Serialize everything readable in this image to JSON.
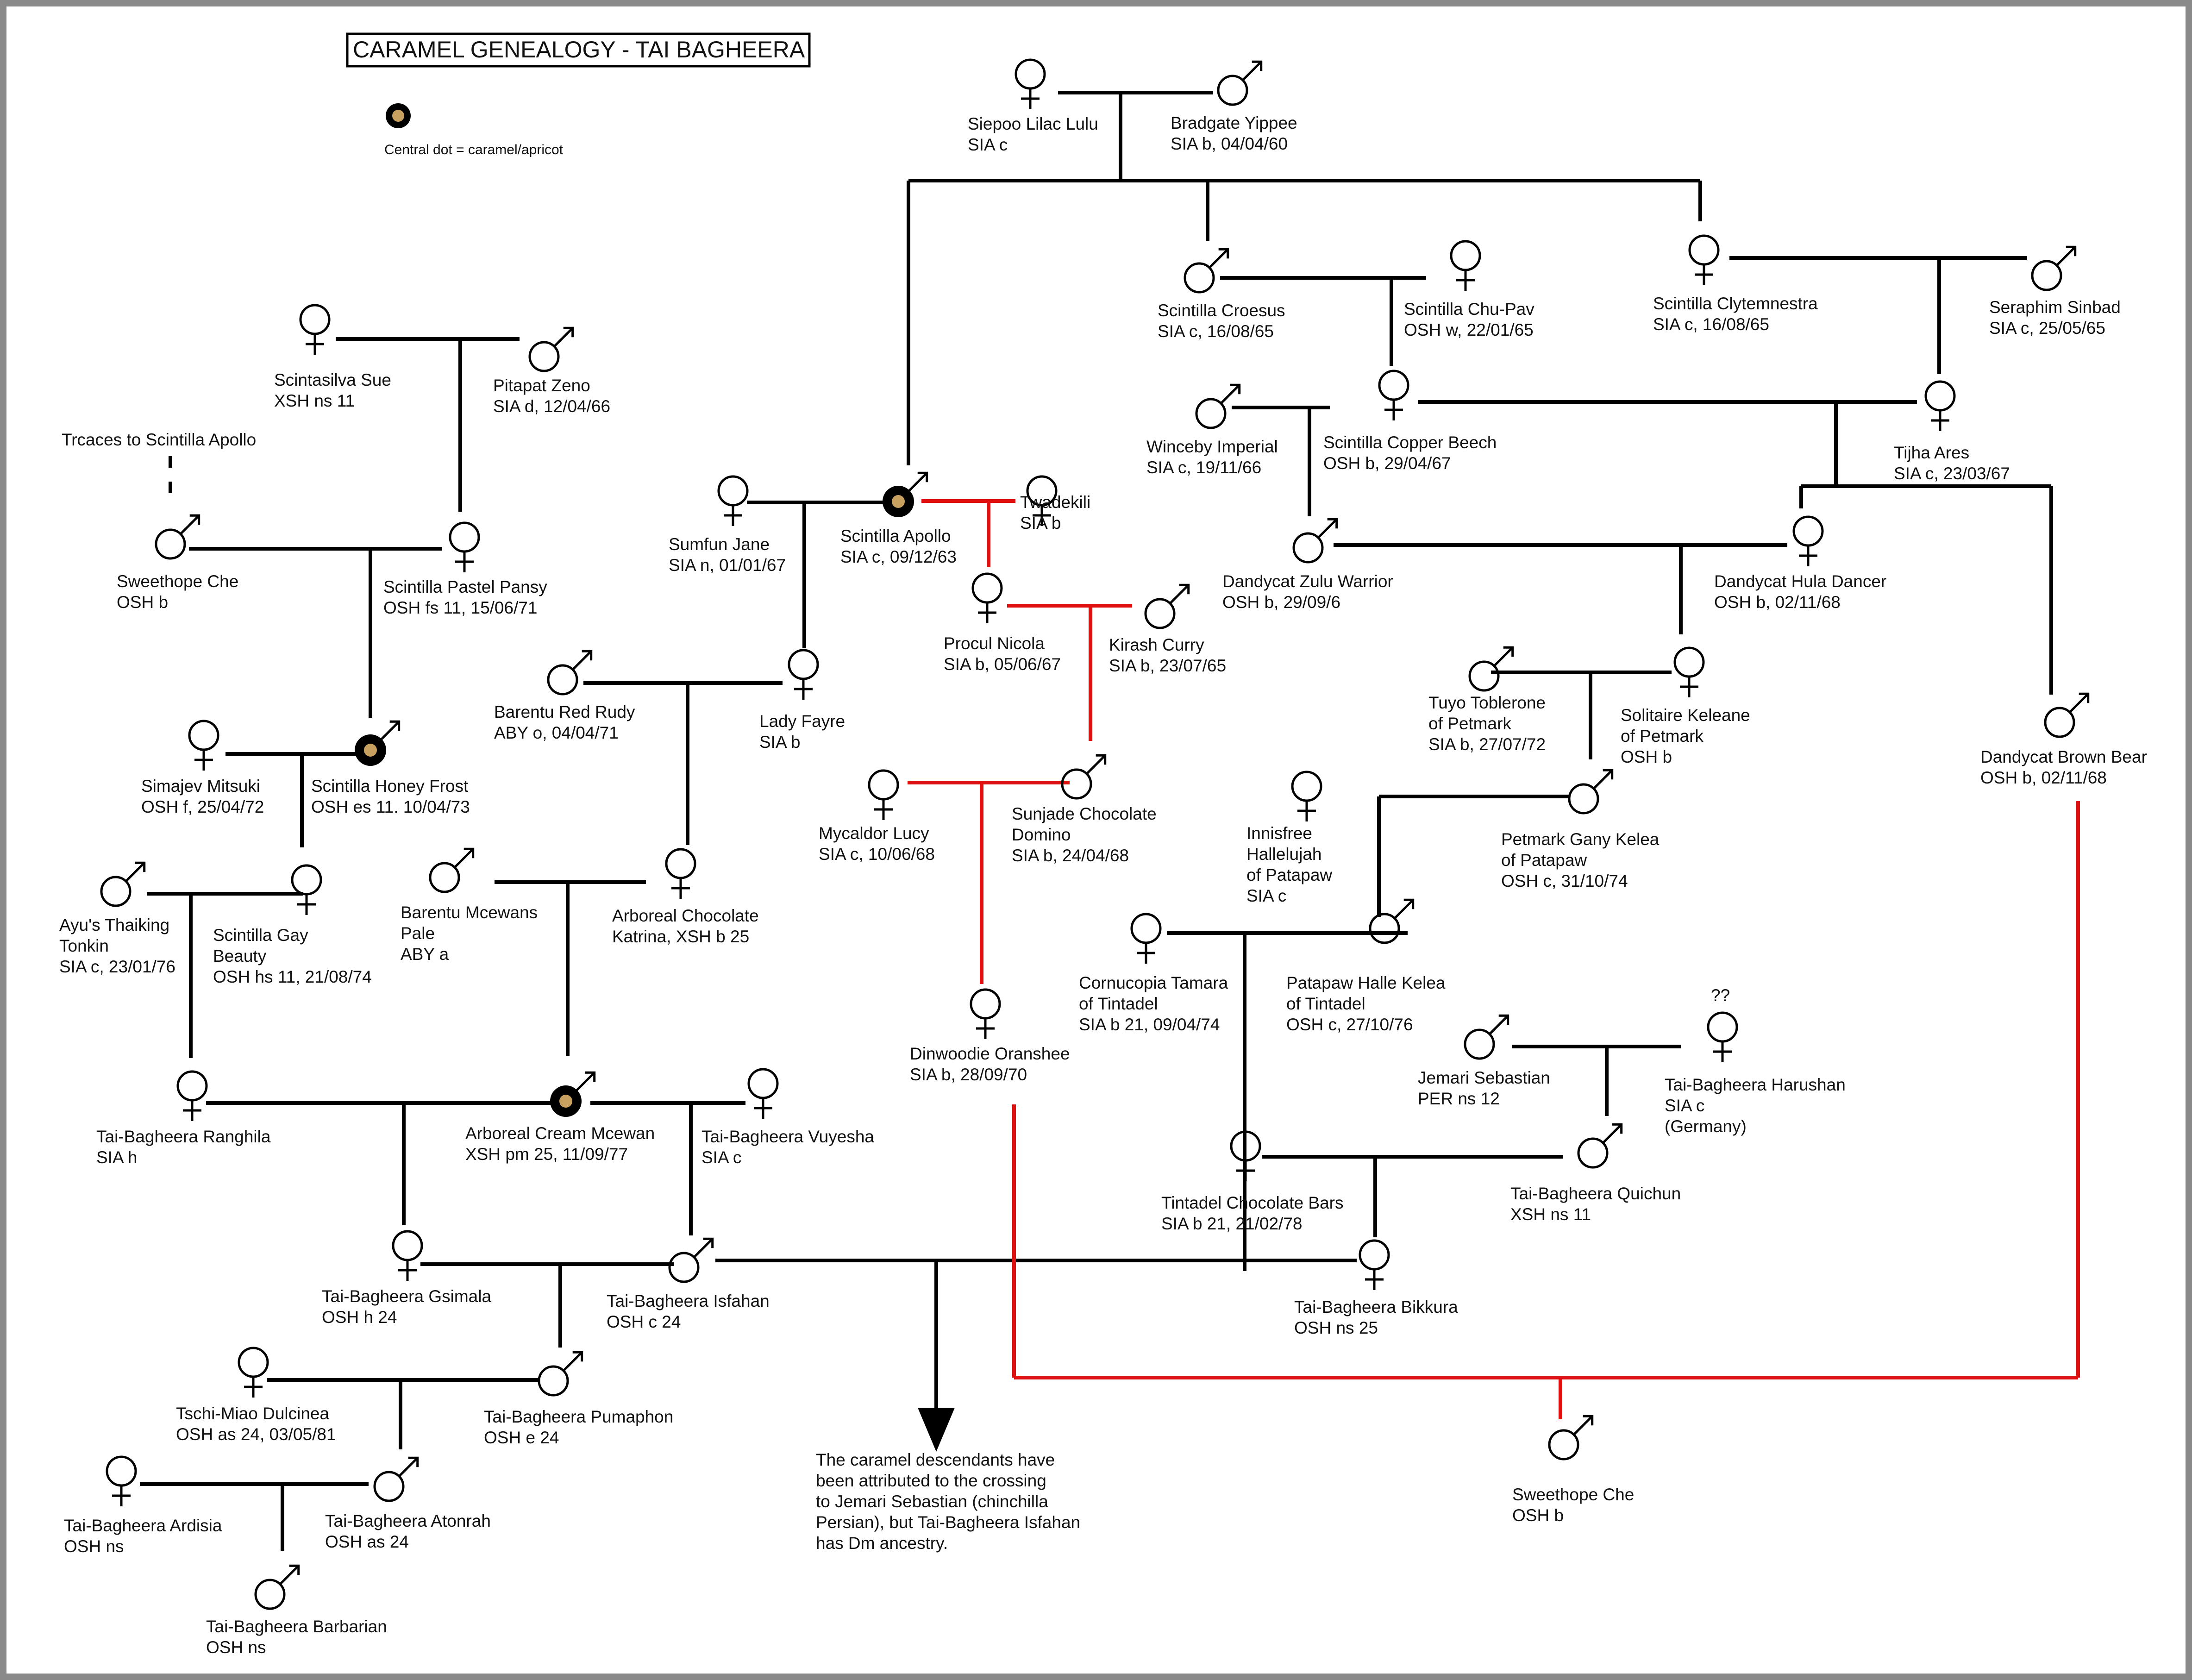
{
  "title": "CARAMEL GENEALOGY - TAI BAGHEERA",
  "legend": {
    "text": "Central dot = caramel/apricot"
  },
  "colors": {
    "lines": "#000000",
    "red_line": "#e01010",
    "caramel_dot": "#c8a060",
    "border": "#8a8a8a"
  },
  "cats": [
    {
      "id": "lilac-lulu",
      "sex": "female",
      "lines": [
        "Siepoo Lilac Lulu",
        "SIA c"
      ]
    },
    {
      "id": "yippee",
      "sex": "male",
      "lines": [
        "Bradgate Yippee",
        "SIA b, 04/04/60"
      ]
    },
    {
      "id": "croesus",
      "sex": "male",
      "lines": [
        "Scintilla Croesus",
        "SIA c, 16/08/65"
      ]
    },
    {
      "id": "chupav",
      "sex": "female",
      "lines": [
        "Scintilla Chu-Pav",
        "OSH w, 22/01/65"
      ]
    },
    {
      "id": "clytemnestra",
      "sex": "female",
      "lines": [
        "Scintilla Clytemnestra",
        "SIA c, 16/08/65"
      ]
    },
    {
      "id": "sinbad",
      "sex": "male",
      "lines": [
        "Seraphim Sinbad",
        "SIA c, 25/05/65"
      ]
    },
    {
      "id": "sue",
      "sex": "female",
      "lines": [
        "Scintasilva Sue",
        "XSH ns 11"
      ]
    },
    {
      "id": "zeno",
      "sex": "male",
      "lines": [
        "Pitapat Zeno",
        "SIA d, 12/04/66"
      ]
    },
    {
      "id": "winceby",
      "sex": "male",
      "lines": [
        "Winceby Imperial",
        "SIA c, 19/11/66"
      ]
    },
    {
      "id": "copper",
      "sex": "female",
      "lines": [
        "Scintilla Copper Beech",
        "OSH b, 29/04/67"
      ]
    },
    {
      "id": "tijha",
      "sex": "female",
      "lines": [
        "Tijha Ares",
        "SIA c, 23/03/67"
      ]
    },
    {
      "id": "che1",
      "sex": "male",
      "lines": [
        "Sweethope Che",
        "OSH b"
      ]
    },
    {
      "id": "pansy",
      "sex": "female",
      "lines": [
        "Scintilla Pastel Pansy",
        "OSH fs 11, 15/06/71"
      ]
    },
    {
      "id": "jane",
      "sex": "female",
      "lines": [
        "Sumfun Jane",
        "SIA n, 01/01/67"
      ]
    },
    {
      "id": "apollo",
      "sex": "male",
      "caramel": true,
      "lines": [
        "Scintilla Apollo",
        "SIA c, 09/12/63"
      ]
    },
    {
      "id": "twadekili",
      "sex": "female",
      "lines": [
        "Twadekili",
        "SIA b"
      ]
    },
    {
      "id": "zulu",
      "sex": "male",
      "lines": [
        "Dandycat Zulu Warrior",
        "OSH b, 29/09/6"
      ]
    },
    {
      "id": "hula",
      "sex": "female",
      "lines": [
        "Dandycat Hula Dancer",
        "OSH b, 02/11/68"
      ]
    },
    {
      "id": "nicola",
      "sex": "female",
      "lines": [
        "Procul Nicola",
        "SIA b, 05/06/67"
      ]
    },
    {
      "id": "kirash",
      "sex": "male",
      "lines": [
        "Kirash Curry",
        "SIA b, 23/07/65"
      ]
    },
    {
      "id": "redrudy",
      "sex": "male",
      "lines": [
        "Barentu Red Rudy",
        "ABY o, 04/04/71"
      ]
    },
    {
      "id": "fayre",
      "sex": "female",
      "lines": [
        "Lady Fayre",
        "SIA b"
      ]
    },
    {
      "id": "toblerone",
      "sex": "male",
      "lines": [
        "Tuyo Toblerone",
        "of Petmark",
        "SIA b, 27/07/72"
      ]
    },
    {
      "id": "keleane",
      "sex": "female",
      "lines": [
        "Solitaire Keleane",
        "of Petmark",
        "OSH b"
      ]
    },
    {
      "id": "brownbear",
      "sex": "male",
      "lines": [
        "Dandycat Brown Bear",
        "OSH b, 02/11/68"
      ]
    },
    {
      "id": "mitsuki",
      "sex": "female",
      "lines": [
        "Simajev Mitsuki",
        "OSH f, 25/04/72"
      ]
    },
    {
      "id": "honeyfrost",
      "sex": "male",
      "caramel": true,
      "lines": [
        "Scintilla Honey Frost",
        "OSH es 11. 10/04/73"
      ]
    },
    {
      "id": "lucy",
      "sex": "female",
      "lines": [
        "Mycaldor Lucy",
        "SIA c, 10/06/68"
      ]
    },
    {
      "id": "domino",
      "sex": "male",
      "lines": [
        "Sunjade Chocolate",
        "Domino",
        "SIA b, 24/04/68"
      ]
    },
    {
      "id": "innisfree",
      "sex": "female",
      "lines": [
        "Innisfree",
        "Hallelujah",
        "of Patapaw",
        "SIA c"
      ]
    },
    {
      "id": "gany",
      "sex": "male",
      "lines": [
        "Petmark Gany Kelea",
        "of Patapaw",
        "OSH c, 31/10/74"
      ]
    },
    {
      "id": "thaiking",
      "sex": "male",
      "lines": [
        "Ayu's Thaiking",
        "Tonkin",
        "SIA c, 23/01/76"
      ]
    },
    {
      "id": "gaybeauty",
      "sex": "female",
      "lines": [
        "Scintilla Gay",
        "Beauty",
        "OSH hs 11, 21/08/74"
      ]
    },
    {
      "id": "mcewanspale",
      "sex": "male",
      "lines": [
        "Barentu Mcewans",
        "Pale",
        "ABY a"
      ]
    },
    {
      "id": "katrina",
      "sex": "female",
      "lines": [
        "Arboreal Chocolate",
        "Katrina, XSH b 25"
      ]
    },
    {
      "id": "tamara",
      "sex": "female",
      "lines": [
        "Cornucopia Tamara",
        "of Tintadel",
        "SIA b 21, 09/04/74"
      ]
    },
    {
      "id": "halle",
      "sex": "male",
      "lines": [
        "Patapaw Halle Kelea",
        "of Tintadel",
        "OSH c, 27/10/76"
      ]
    },
    {
      "id": "oranshee",
      "sex": "female",
      "lines": [
        "Dinwoodie Oranshee",
        "SIA b, 28/09/70"
      ]
    },
    {
      "id": "jemari",
      "sex": "male",
      "lines": [
        "Jemari Sebastian",
        "PER ns 12"
      ]
    },
    {
      "id": "harushan",
      "sex": "female",
      "lines": [
        "Tai-Bagheera Harushan",
        "SIA c",
        "(Germany)"
      ]
    },
    {
      "id": "ranghila",
      "sex": "female",
      "lines": [
        "Tai-Bagheera Ranghila",
        "SIA h"
      ]
    },
    {
      "id": "creammcewan",
      "sex": "male",
      "caramel": true,
      "lines": [
        "Arboreal Cream Mcewan",
        "XSH pm 25, 11/09/77"
      ]
    },
    {
      "id": "vuyesha",
      "sex": "female",
      "lines": [
        "Tai-Bagheera Vuyesha",
        "SIA c"
      ]
    },
    {
      "id": "tintadelbars",
      "sex": "female",
      "lines": [
        "Tintadel Chocolate Bars",
        "SIA b 21, 21/02/78"
      ]
    },
    {
      "id": "quichun",
      "sex": "male",
      "lines": [
        "Tai-Bagheera Quichun",
        "XSH ns 11"
      ]
    },
    {
      "id": "gsimala",
      "sex": "female",
      "lines": [
        "Tai-Bagheera Gsimala",
        "OSH h 24"
      ]
    },
    {
      "id": "isfahan",
      "sex": "male",
      "lines": [
        "Tai-Bagheera Isfahan",
        "OSH c 24"
      ]
    },
    {
      "id": "bikkura",
      "sex": "female",
      "lines": [
        "Tai-Bagheera Bikkura",
        "OSH ns 25"
      ]
    },
    {
      "id": "dulcinea",
      "sex": "female",
      "lines": [
        "Tschi-Miao Dulcinea",
        "OSH as 24, 03/05/81"
      ]
    },
    {
      "id": "pumaphon",
      "sex": "male",
      "lines": [
        "Tai-Bagheera Pumaphon",
        "OSH e 24"
      ]
    },
    {
      "id": "ardisia",
      "sex": "female",
      "lines": [
        "Tai-Bagheera Ardisia",
        "OSH ns"
      ]
    },
    {
      "id": "atonrah",
      "sex": "male",
      "lines": [
        "Tai-Bagheera Atonrah",
        "OSH as 24"
      ]
    },
    {
      "id": "barbarian",
      "sex": "male",
      "lines": [
        "Tai-Bagheera Barbarian",
        "OSH ns"
      ]
    },
    {
      "id": "che2",
      "sex": "male",
      "lines": [
        "Sweethope Che",
        "OSH b"
      ]
    }
  ],
  "notes": {
    "traces": "Trcaces to Scintilla Apollo",
    "harushan_query": "??",
    "caramel_note": [
      "The caramel descendants have",
      "been attributed to the crossing",
      "to Jemari Sebastian (chinchilla",
      "Persian), but Tai-Bagheera Isfahan",
      "has Dm ancestry."
    ]
  }
}
